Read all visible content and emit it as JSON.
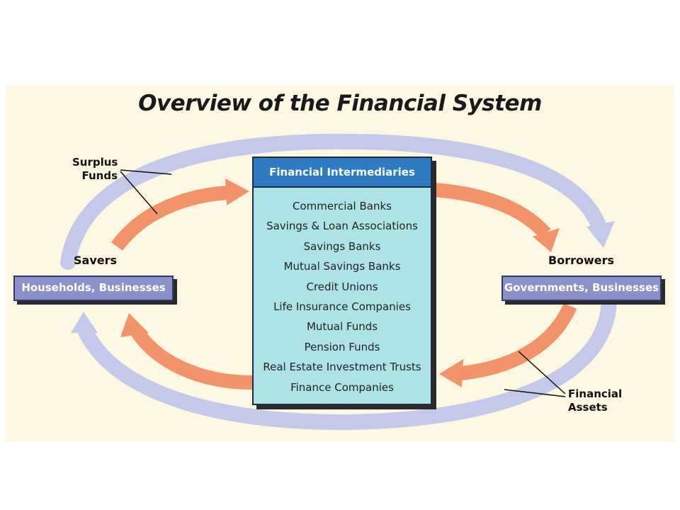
{
  "title": "Overview of the Financial System",
  "intermediaries": {
    "header": "Financial Intermediaries",
    "items": [
      "Commercial Banks",
      "Savings & Loan Associations",
      "Savings Banks",
      "Mutual Savings Banks",
      "Credit Unions",
      "Life Insurance Companies",
      "Mutual Funds",
      "Pension Funds",
      "Real Estate Investment Trusts",
      "Finance Companies"
    ]
  },
  "savers": {
    "label": "Savers",
    "box": "Households, Businesses"
  },
  "borrowers": {
    "label": "Borrowers",
    "box": "Governments, Businesses"
  },
  "callouts": {
    "surplus_line1": "Surplus",
    "surplus_line2": "Funds",
    "assets_line1": "Financial",
    "assets_line2": "Assets"
  },
  "colors": {
    "background": "#fdf8e3",
    "outer_arrow": "#c4c8ea",
    "inner_arrow": "#f3936b",
    "header_blue": "#2e7bc4",
    "list_cyan": "#aee3e5",
    "side_box": "#8b8fca"
  }
}
